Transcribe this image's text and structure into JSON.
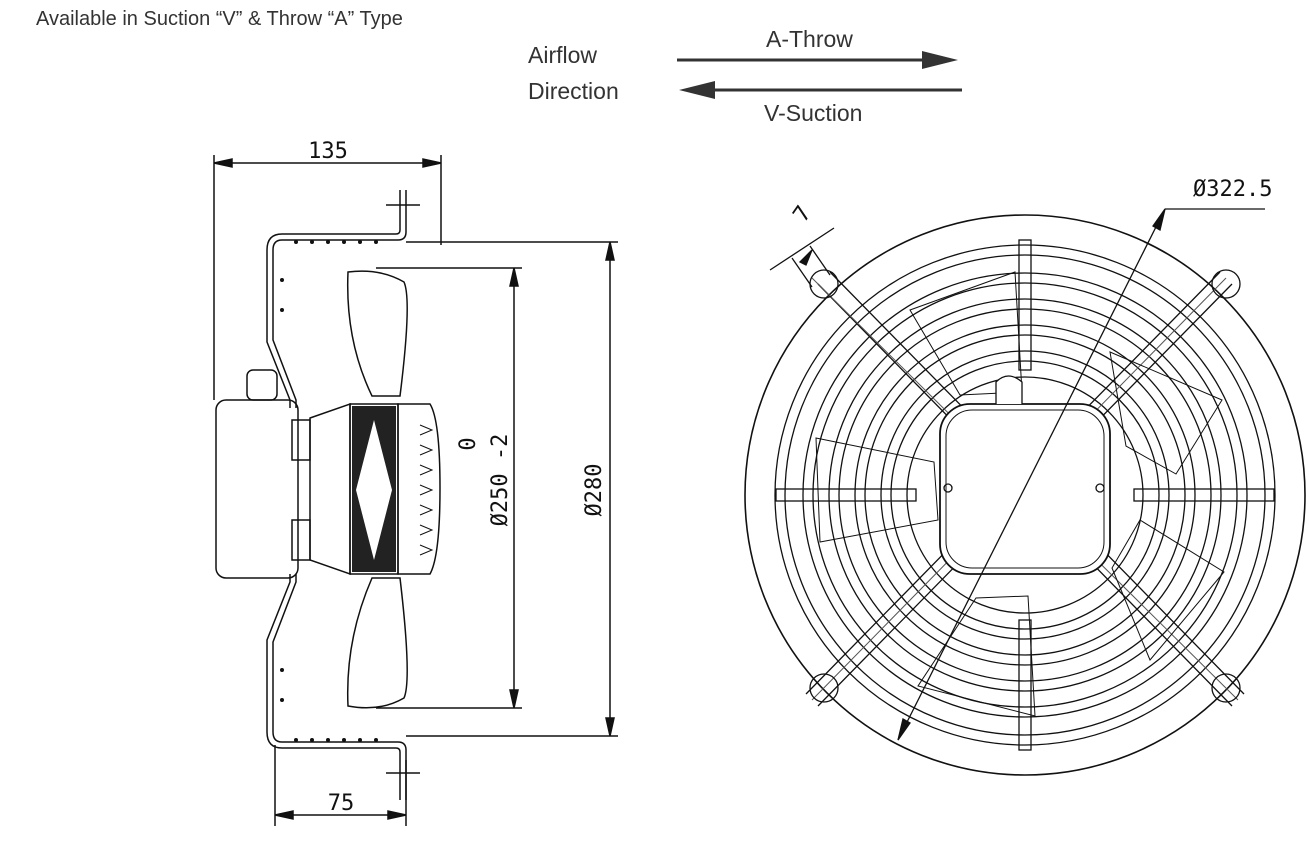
{
  "note": "Available in Suction “V” & Throw “A” Type",
  "airflow": {
    "line1": "Airflow",
    "line2": "Direction",
    "throw_label": "A-Throw",
    "suction_label": "V-Suction"
  },
  "dimensions": {
    "depth_total": "135",
    "depth_flange": "75",
    "blade_dia_tol": "0",
    "blade_dia": "Ø250 -2",
    "frame_dia": "Ø280",
    "guard_dia": "Ø322.5",
    "hole": "7"
  }
}
